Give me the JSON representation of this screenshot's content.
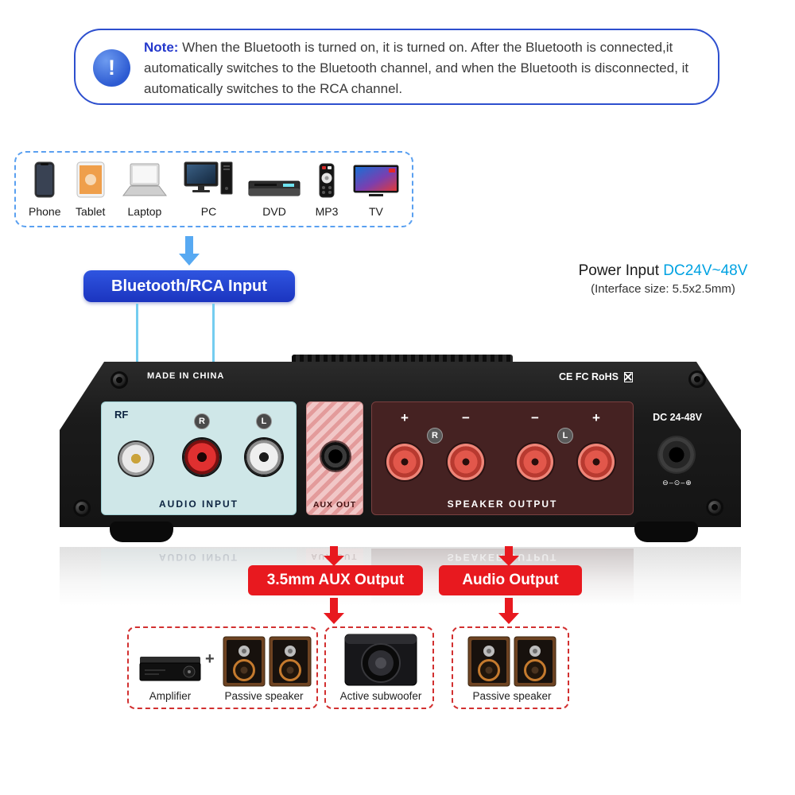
{
  "note": {
    "icon": "exclamation-icon",
    "icon_glyph": "!",
    "label": "Note:",
    "text": " When the Bluetooth is turned on, it is turned on. After the Bluetooth is connected,it automatically switches to the Bluetooth channel, and when the Bluetooth is disconnected, it automatically switches to the RCA channel."
  },
  "sources": {
    "items": [
      {
        "label": "Phone",
        "icon": "phone-icon"
      },
      {
        "label": "Tablet",
        "icon": "tablet-icon"
      },
      {
        "label": "Laptop",
        "icon": "laptop-icon"
      },
      {
        "label": "PC",
        "icon": "pc-icon"
      },
      {
        "label": "DVD",
        "icon": "dvd-player-icon"
      },
      {
        "label": "MP3",
        "icon": "mp3-remote-icon"
      },
      {
        "label": "TV",
        "icon": "tv-icon"
      }
    ]
  },
  "input_button": {
    "label": "Bluetooth/RCA Input"
  },
  "power": {
    "title": "Power Input ",
    "value": "DC24V~48V",
    "subtitle": "(Interface size: 5.5x2.5mm)"
  },
  "panel": {
    "made_in": "MADE IN CHINA",
    "cert": "CE FC RoHS",
    "audio_input": {
      "rf_label": "RF",
      "right_label": "R",
      "left_label": "L",
      "section_label": "AUDIO INPUT"
    },
    "aux": {
      "section_label": "AUX OUT"
    },
    "speaker": {
      "plus": "+",
      "minus": "−",
      "right_label": "R",
      "left_label": "L",
      "section_label": "SPEAKER OUTPUT"
    },
    "dc": {
      "label": "DC 24-48V",
      "polarity_glyph": "⊖–⊙–⊕"
    }
  },
  "outputs": {
    "aux_button_label": "3.5mm AUX Output",
    "audio_button_label": "Audio Output"
  },
  "destinations": {
    "plus_sign": "+",
    "box1": {
      "label_left": "Amplifier",
      "label_right": "Passive speaker"
    },
    "box2": {
      "label": "Active subwoofer"
    },
    "box3": {
      "label": "Passive speaker"
    }
  },
  "colors": {
    "note_blue": "#2d4fce",
    "button_blue": "#1f3cc8",
    "value_cyan": "#00a2e2",
    "arrow_blue": "#57a9f2",
    "red": "#e8191f",
    "dashed_red": "#d23030"
  }
}
